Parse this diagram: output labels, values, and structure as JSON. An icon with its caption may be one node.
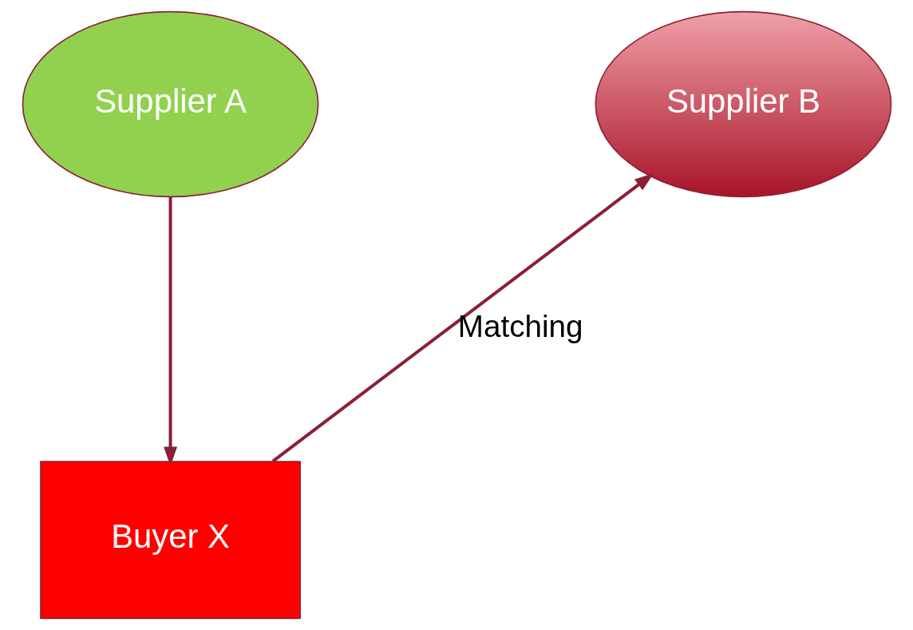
{
  "diagram": {
    "nodes": [
      {
        "text": [
          "Supplier A"
        ]
      },
      {
        "text": [
          "Supplier B"
        ]
      },
      {
        "text": [
          "Buyer X"
        ]
      }
    ],
    "edges": [
      {
        "from": 0,
        "to": 2,
        "arrow": "to"
      },
      {
        "from": 2,
        "to": 1,
        "arrow": "to",
        "label": "Matching"
      }
    ]
  }
}
